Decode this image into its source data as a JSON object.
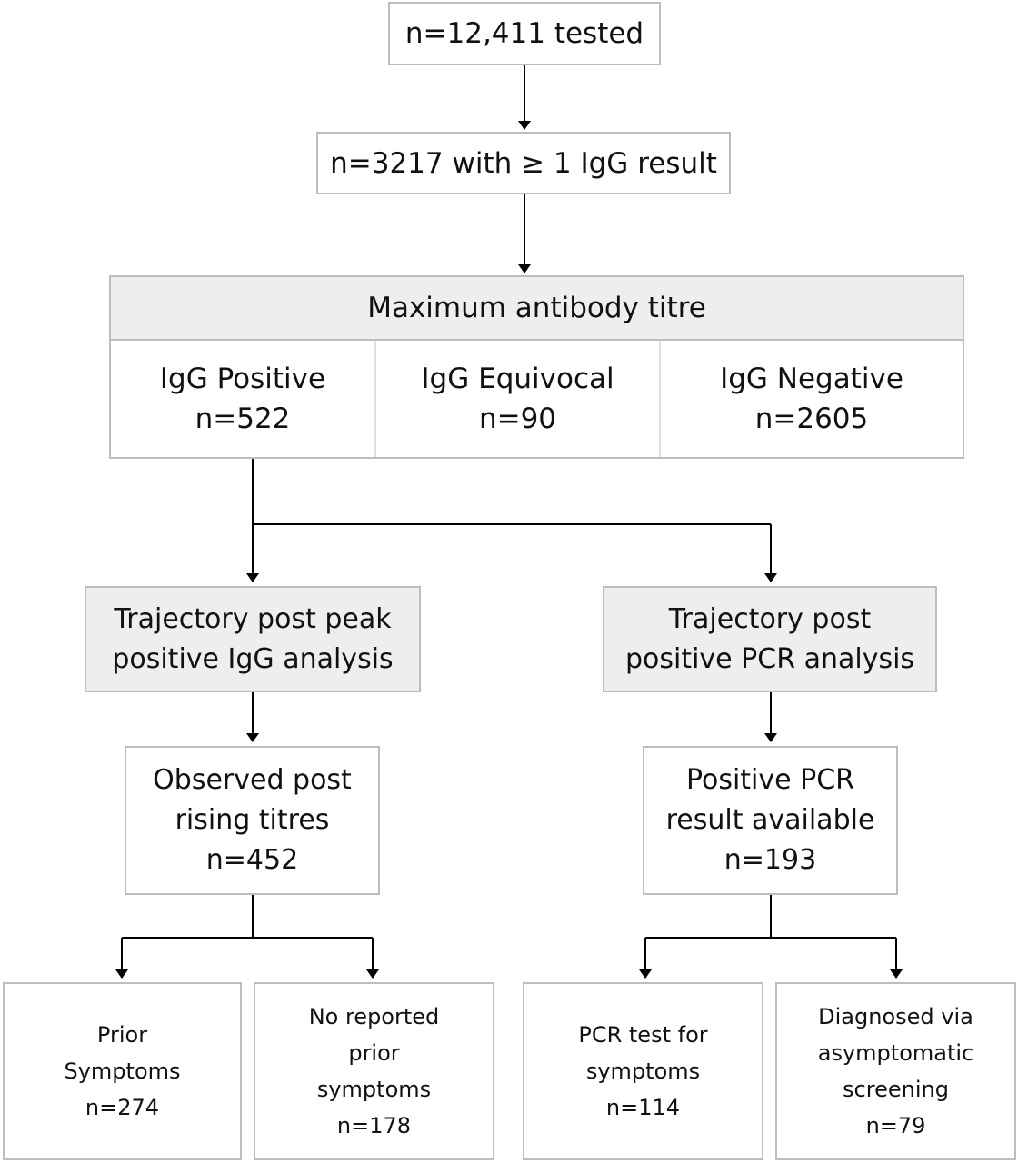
{
  "nodes": {
    "tested": [
      "n=12,411 tested"
    ],
    "igg_result": [
      "n=3217 with ≥ 1 IgG result"
    ],
    "max_titre": {
      "header": "Maximum antibody titre",
      "positive": [
        "IgG Positive",
        "n=522"
      ],
      "equivocal": [
        "IgG Equivocal",
        "n=90"
      ],
      "negative": [
        "IgG Negative",
        "n=2605"
      ]
    },
    "traj_igg": [
      "Trajectory post peak",
      "positive IgG analysis"
    ],
    "traj_pcr": [
      "Trajectory post",
      "positive PCR analysis"
    ],
    "observed": [
      "Observed post",
      "rising titres",
      "n=452"
    ],
    "pcr_available": [
      "Positive PCR",
      "result available",
      "n=193"
    ],
    "prior_symptoms": [
      "Prior",
      "Symptoms",
      "n=274"
    ],
    "no_prior": [
      "No reported",
      "prior",
      "symptoms",
      "n=178"
    ],
    "pcr_symptoms": [
      "PCR test for",
      "symptoms",
      "n=114"
    ],
    "asymptomatic": [
      "Diagnosed via",
      "asymptomatic",
      "screening",
      "n=79"
    ]
  },
  "colors": {
    "border": "#bdbdbd",
    "fill_grey": "#eeeeee",
    "arrow": "#000000"
  }
}
